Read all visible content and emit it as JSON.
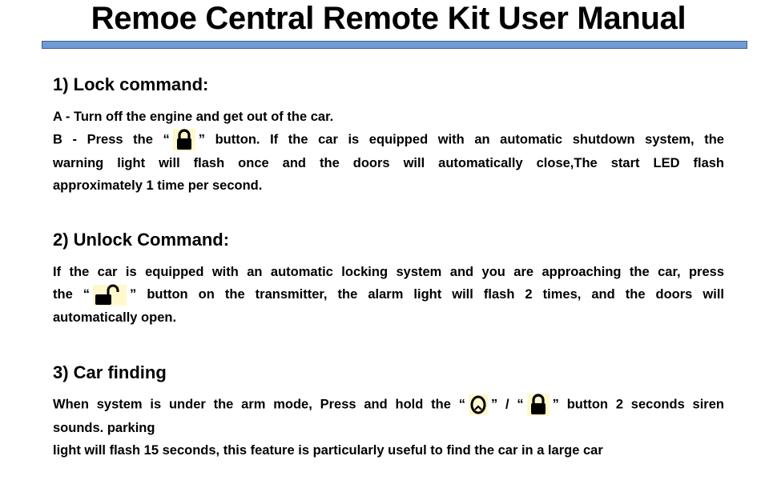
{
  "document": {
    "title": "Remoe Central Remote Kit User Manual"
  },
  "sections": {
    "lock": {
      "heading": "1) Lock command:",
      "line_a": "A - Turn off the engine and get out of the car.",
      "line_b_pre": "B - Press the  “",
      "line_b_post": "” button. If the car is equipped with an automatic shutdown system, the",
      "line_b_rest1": "warning light will flash once and the doors will automatically close,The start LED flash",
      "line_b_rest2": "approximately 1 time per second."
    },
    "unlock": {
      "heading": "2)  Unlock Command:",
      "line1": "If the car is equipped with an automatic locking system and you are approaching the car, press",
      "line2_pre": "the “",
      "line2_post": "” button on the transmitter, the alarm light will flash 2 times, and the doors will",
      "line3": "automatically open."
    },
    "find": {
      "heading": "3) Car finding",
      "line1_pre": "When system is under the arm mode,  Press and hold the “",
      "line1_mid": "” / “",
      "line1_post": "” button 2 seconds siren",
      "line2": "sounds. parking",
      "line3": "light will flash 15 seconds, this feature is particularly useful to find the car in a large car"
    }
  },
  "icons": {
    "lock": "lock-icon",
    "unlock": "unlock-icon",
    "find": "car-find-icon",
    "icon_color": "#000000",
    "icon_bg": "#fff8cc"
  },
  "colors": {
    "title_bar": "#6f9bd6",
    "title_bar_border": "#3f5f8c"
  }
}
